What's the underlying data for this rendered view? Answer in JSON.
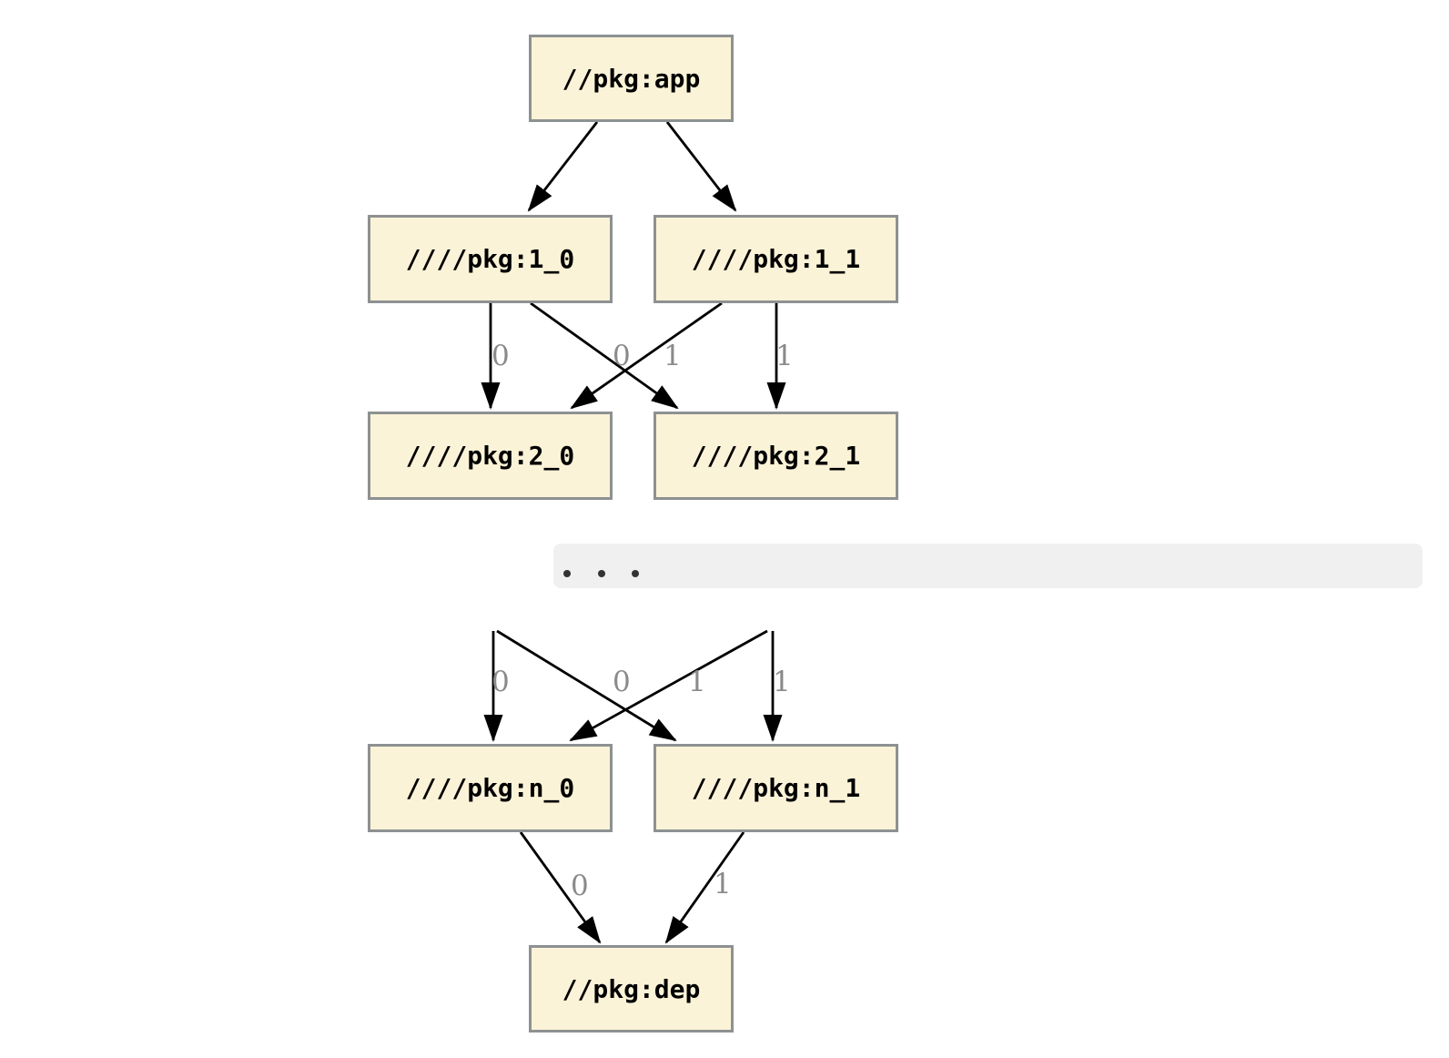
{
  "diagram": {
    "type": "dependency-graph",
    "nodes": [
      {
        "id": "app",
        "label": "//pkg:app"
      },
      {
        "id": "1_0",
        "label": "////pkg:1_0"
      },
      {
        "id": "1_1",
        "label": "////pkg:1_1"
      },
      {
        "id": "2_0",
        "label": "////pkg:2_0"
      },
      {
        "id": "2_1",
        "label": "////pkg:2_1"
      },
      {
        "id": "n_0",
        "label": "////pkg:n_0"
      },
      {
        "id": "n_1",
        "label": "////pkg:n_1"
      },
      {
        "id": "dep",
        "label": "//pkg:dep"
      }
    ],
    "edges": [
      {
        "from": "app",
        "to": "1_0",
        "label": ""
      },
      {
        "from": "app",
        "to": "1_1",
        "label": ""
      },
      {
        "from": "1_0",
        "to": "2_0",
        "label": "0"
      },
      {
        "from": "1_0",
        "to": "2_1",
        "label": "0"
      },
      {
        "from": "1_1",
        "to": "2_0",
        "label": "1"
      },
      {
        "from": "1_1",
        "to": "2_1",
        "label": "1"
      },
      {
        "from": "...",
        "to": "n_0",
        "label": "0"
      },
      {
        "from": "...",
        "to": "n_1",
        "label": "0"
      },
      {
        "from": "...",
        "to": "n_0",
        "label": "1"
      },
      {
        "from": "...",
        "to": "n_1",
        "label": "1"
      },
      {
        "from": "n_0",
        "to": "dep",
        "label": "0"
      },
      {
        "from": "n_1",
        "to": "dep",
        "label": "1"
      }
    ],
    "ellipsis_dot_count": 3,
    "colors": {
      "background": "#ffffff",
      "node_fill": "#fbf3d7",
      "node_border": "#8d9192",
      "edge": "#000000",
      "edge_label": "#8a8a8a",
      "ellipsis_band": "#f0f0f0"
    }
  }
}
